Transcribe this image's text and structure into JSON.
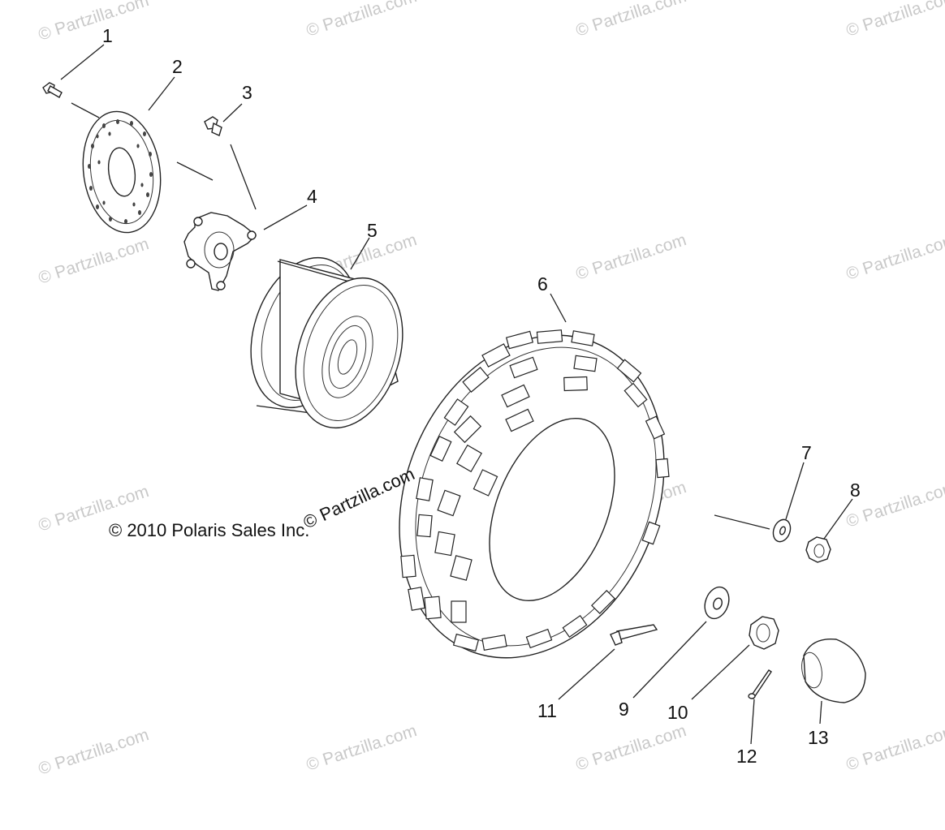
{
  "copyright": "© 2010 Polaris Sales Inc.",
  "watermark": "© Partzilla.com",
  "callouts": [
    "1",
    "2",
    "3",
    "4",
    "5",
    "6",
    "7",
    "8",
    "9",
    "10",
    "11",
    "12",
    "13"
  ]
}
